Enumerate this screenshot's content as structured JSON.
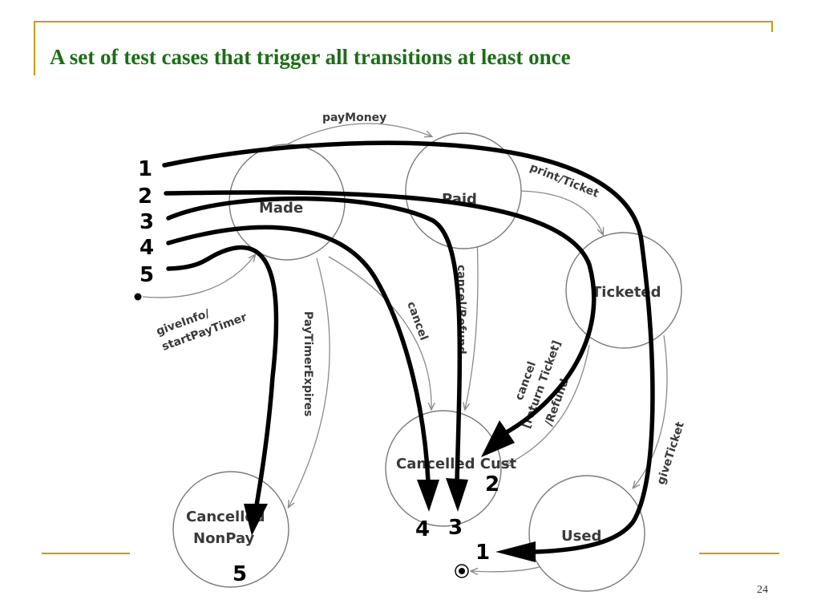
{
  "slide": {
    "title": "A set of test cases that trigger all transitions at least once",
    "page_number": "24"
  },
  "diagram": {
    "states": {
      "made": "Made",
      "paid": "Paid",
      "ticketed": "Ticketed",
      "cancelled_cust": "Cancelled Cust",
      "cancelled_nonpay_line1": "Cancelled",
      "cancelled_nonpay_line2": "NonPay",
      "used": "Used"
    },
    "transitions": {
      "pay_money": "payMoney",
      "print_ticket": "print/Ticket",
      "give_info_line1": "giveInfo/",
      "give_info_line2": "startPayTimer",
      "pay_timer_expires": "PayTimerExpires",
      "cancel": "cancel",
      "cancel_refund": "cancel/Refund",
      "cancel_return_line1": "cancel",
      "cancel_return_line2": "[return Ticket]",
      "cancel_return_line3": "/Refund",
      "give_ticket": "giveTicket"
    },
    "test_cases": {
      "start_labels": [
        "1",
        "2",
        "3",
        "4",
        "5"
      ],
      "end_labels": {
        "case1": "1",
        "case2": "2",
        "case3": "3",
        "case4": "4",
        "case5": "5"
      }
    }
  }
}
